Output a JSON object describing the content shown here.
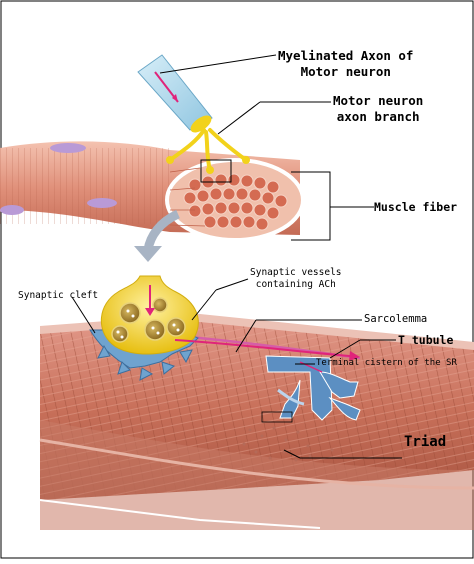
{
  "labels": {
    "axon_line1": "Myelinated Axon of",
    "axon_line2": "Motor neuron",
    "branch_line1": "Motor neuron",
    "branch_line2": "axon branch",
    "muscle_fiber": "Muscle fiber",
    "vessels_line1": "Synaptic vessels",
    "vessels_line2": "containing ACh",
    "synaptic_cleft": "Synaptic cleft",
    "sarcolemma": "Sarcolemma",
    "t_tubule": "T tubule",
    "terminal_cistern": "Terminal cistern of the SR",
    "triad": "Triad"
  },
  "colors": {
    "muscle": "#d9826a",
    "muscle_dark": "#b85a44",
    "muscle_light": "#f2b9a6",
    "axon_sheath": "#a9d6ec",
    "nerve_yellow": "#f2d21b",
    "t_tubule_blue": "#5c8fc2",
    "vesicle": "#a8862d",
    "ach_arrow": "#e0247a",
    "frame": "#000000"
  }
}
